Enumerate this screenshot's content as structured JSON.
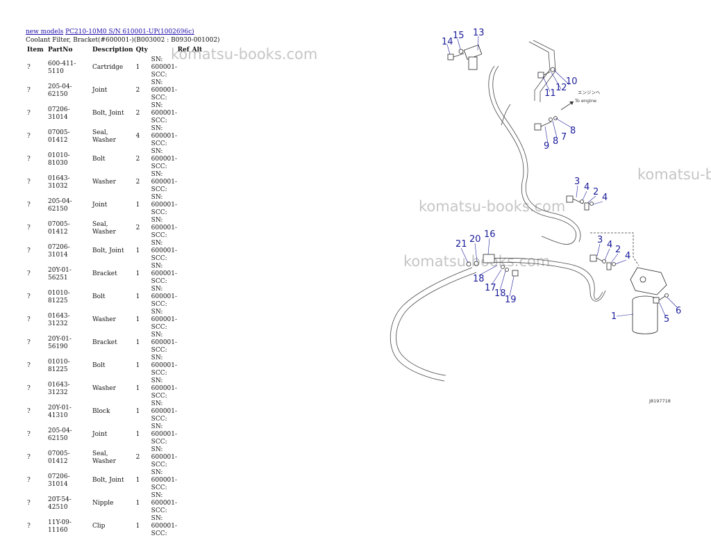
{
  "breadcrumb": {
    "link1": "new models",
    "link2": "PC210-10M0 S/N 610001-UP(1002696c)"
  },
  "subtitle": "Coolant Filter, Bracket(#600001-)(B003002 : B0930-001002)",
  "table": {
    "headers": [
      "Item",
      "PartNo",
      "Description",
      "Qty",
      "Ref",
      "Alt"
    ],
    "rows": [
      {
        "item": "?",
        "partno": "600-411-5110",
        "desc": "Cartridge",
        "qty": "1",
        "ref1": "SN: 600001-",
        "ref2": "SCC:"
      },
      {
        "item": "?",
        "partno": "205-04-62150",
        "desc": "Joint",
        "qty": "2",
        "ref1": "SN: 600001-",
        "ref2": "SCC:"
      },
      {
        "item": "?",
        "partno": "07206-31014",
        "desc": "Bolt, Joint",
        "qty": "2",
        "ref1": "SN: 600001-",
        "ref2": "SCC:"
      },
      {
        "item": "?",
        "partno": "07005-01412",
        "desc": "Seal, Washer",
        "qty": "4",
        "ref1": "SN: 600001-",
        "ref2": "SCC:"
      },
      {
        "item": "?",
        "partno": "01010-81030",
        "desc": "Bolt",
        "qty": "2",
        "ref1": "SN: 600001-",
        "ref2": "SCC:"
      },
      {
        "item": "?",
        "partno": "01643-31032",
        "desc": "Washer",
        "qty": "2",
        "ref1": "SN: 600001-",
        "ref2": "SCC:"
      },
      {
        "item": "?",
        "partno": "205-04-62150",
        "desc": "Joint",
        "qty": "1",
        "ref1": "SN: 600001-",
        "ref2": "SCC:"
      },
      {
        "item": "?",
        "partno": "07005-01412",
        "desc": "Seal, Washer",
        "qty": "2",
        "ref1": "SN: 600001-",
        "ref2": "SCC:"
      },
      {
        "item": "?",
        "partno": "07206-31014",
        "desc": "Bolt, Joint",
        "qty": "1",
        "ref1": "SN: 600001-",
        "ref2": "SCC:"
      },
      {
        "item": "?",
        "partno": "20Y-01-56251",
        "desc": "Bracket",
        "qty": "1",
        "ref1": "SN: 600001-",
        "ref2": "SCC:"
      },
      {
        "item": "?",
        "partno": "01010-81225",
        "desc": "Bolt",
        "qty": "1",
        "ref1": "SN: 600001-",
        "ref2": "SCC:"
      },
      {
        "item": "?",
        "partno": "01643-31232",
        "desc": "Washer",
        "qty": "1",
        "ref1": "SN: 600001-",
        "ref2": "SCC:"
      },
      {
        "item": "?",
        "partno": "20Y-01-56190",
        "desc": "Bracket",
        "qty": "1",
        "ref1": "SN: 600001-",
        "ref2": "SCC:"
      },
      {
        "item": "?",
        "partno": "01010-81225",
        "desc": "Bolt",
        "qty": "1",
        "ref1": "SN: 600001-",
        "ref2": "SCC:"
      },
      {
        "item": "?",
        "partno": "01643-31232",
        "desc": "Washer",
        "qty": "1",
        "ref1": "SN: 600001-",
        "ref2": "SCC:"
      },
      {
        "item": "?",
        "partno": "20Y-01-41310",
        "desc": "Block",
        "qty": "1",
        "ref1": "SN: 600001-",
        "ref2": "SCC:"
      },
      {
        "item": "?",
        "partno": "205-04-62150",
        "desc": "Joint",
        "qty": "1",
        "ref1": "SN: 600001-",
        "ref2": "SCC:"
      },
      {
        "item": "?",
        "partno": "07005-01412",
        "desc": "Seal, Washer",
        "qty": "2",
        "ref1": "SN: 600001-",
        "ref2": "SCC:"
      },
      {
        "item": "?",
        "partno": "07206-31014",
        "desc": "Bolt, Joint",
        "qty": "1",
        "ref1": "SN: 600001-",
        "ref2": "SCC:"
      },
      {
        "item": "?",
        "partno": "20T-54-42510",
        "desc": "Nipple",
        "qty": "1",
        "ref1": "SN: 600001-",
        "ref2": "SCC:"
      },
      {
        "item": "?",
        "partno": "11Y-09-11160",
        "desc": "Clip",
        "qty": "1",
        "ref1": "SN: 600001-",
        "ref2": "SCC:"
      }
    ]
  },
  "watermarks": [
    "komatsu-books.com",
    "komatsu-books.com",
    "komatsu-books.com",
    "komatsu-b"
  ],
  "diagram": {
    "callouts": [
      "14",
      "15",
      "13",
      "10",
      "12",
      "11",
      "8",
      "7",
      "8",
      "9",
      "3",
      "4",
      "2",
      "4",
      "16",
      "20",
      "21",
      "3",
      "4",
      "2",
      "4",
      "18",
      "17",
      "18",
      "19",
      "1",
      "5",
      "6"
    ],
    "engine_label_jp": "エンジンへ",
    "engine_label_en": "To engine",
    "figure_code": "J8197718"
  }
}
